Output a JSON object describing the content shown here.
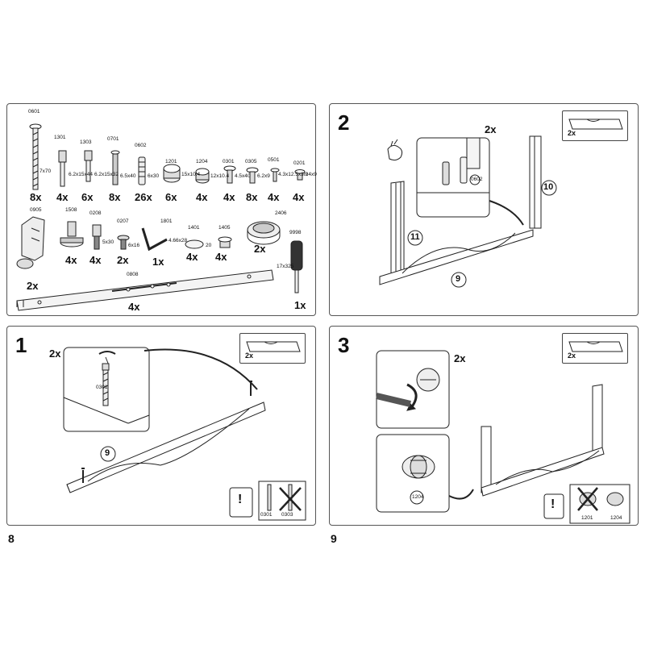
{
  "pages": {
    "left": "8",
    "right": "9"
  },
  "parts": [
    {
      "id": "p0601",
      "code": "0601",
      "size": "7x70",
      "qty": "8x",
      "icon": "screw-icon"
    },
    {
      "id": "p1301",
      "code": "1301",
      "size": "6.2x15x44",
      "qty": "4x",
      "icon": "bolt-icon"
    },
    {
      "id": "p1303",
      "code": "1303",
      "size": "6.2x15x32",
      "qty": "6x",
      "icon": "bolt-icon"
    },
    {
      "id": "p0701",
      "code": "0701",
      "size": "6.5x40",
      "qty": "8x",
      "icon": "screw-icon"
    },
    {
      "id": "p0602",
      "code": "0602",
      "size": "6x30",
      "qty": "26x",
      "icon": "dowel-icon"
    },
    {
      "id": "p1201",
      "code": "1201",
      "size": "15x10.4",
      "qty": "6x",
      "icon": "cam-lock-icon"
    },
    {
      "id": "p1204",
      "code": "1204",
      "size": "12x10.4",
      "qty": "4x",
      "icon": "cam-lock-icon"
    },
    {
      "id": "p0301",
      "code": "0301",
      "size": "4.5x40",
      "qty": "4x",
      "icon": "screw-icon"
    },
    {
      "id": "p0305",
      "code": "0305",
      "size": "6.2x9",
      "qty": "8x",
      "icon": "screw-icon"
    },
    {
      "id": "p0501",
      "code": "0501",
      "size": "4.3x12.5x3.2",
      "qty": "4x",
      "icon": "screw-icon"
    },
    {
      "id": "p0201",
      "code": "0201",
      "size": "m4x9",
      "qty": "4x",
      "icon": "screw-icon"
    },
    {
      "id": "p0905",
      "code": "0905",
      "size": "",
      "qty": "2x",
      "icon": "hinge-icon"
    },
    {
      "id": "p1508",
      "code": "1508",
      "size": "",
      "qty": "4x",
      "icon": "leveler-foot-icon"
    },
    {
      "id": "p0208",
      "code": "0208",
      "size": "5x30",
      "qty": "4x",
      "icon": "bolt-icon"
    },
    {
      "id": "p0207",
      "code": "0207",
      "size": "6x16",
      "qty": "2x",
      "icon": "screw-icon"
    },
    {
      "id": "p1801",
      "code": "1801",
      "size": "4.66x28",
      "qty": "1x",
      "icon": "allen-key-icon"
    },
    {
      "id": "p1401",
      "code": "1401",
      "size": "20",
      "qty": "4x",
      "icon": "cover-cap-icon"
    },
    {
      "id": "p1405",
      "code": "1405",
      "size": "",
      "qty": "4x",
      "icon": "plug-icon"
    },
    {
      "id": "p2406",
      "code": "2406",
      "size": "",
      "qty": "2x",
      "icon": "cable-grommet-icon"
    },
    {
      "id": "p9998",
      "code": "9998",
      "size": "",
      "qty": "1x",
      "icon": "screwdriver-icon"
    },
    {
      "id": "p0808",
      "code": "0808",
      "size": "17x325",
      "qty": "4x",
      "icon": "drawer-rail-icon"
    }
  ],
  "step1": {
    "number": "1",
    "detail_qty": "2x",
    "drawer_qty": "2x",
    "detail_screw_code": "0301",
    "board_label": "9",
    "note_icon": "exclamation-icon",
    "ok_code": "0301",
    "wrong_code": "0303"
  },
  "step2": {
    "number": "2",
    "drawer_qty": "2x",
    "detail_qty": "2x",
    "detail_dowel_code": "0602",
    "labels": {
      "left": "11",
      "right": "10",
      "base": "9"
    },
    "hand_icon": "hand-icon"
  },
  "step3": {
    "number": "3",
    "drawer_qty": "2x",
    "detail_qty": "2x",
    "detail_cam_code": "1204",
    "note_icon": "exclamation-icon",
    "wrong_code": "1201",
    "ok_code": "1204"
  }
}
